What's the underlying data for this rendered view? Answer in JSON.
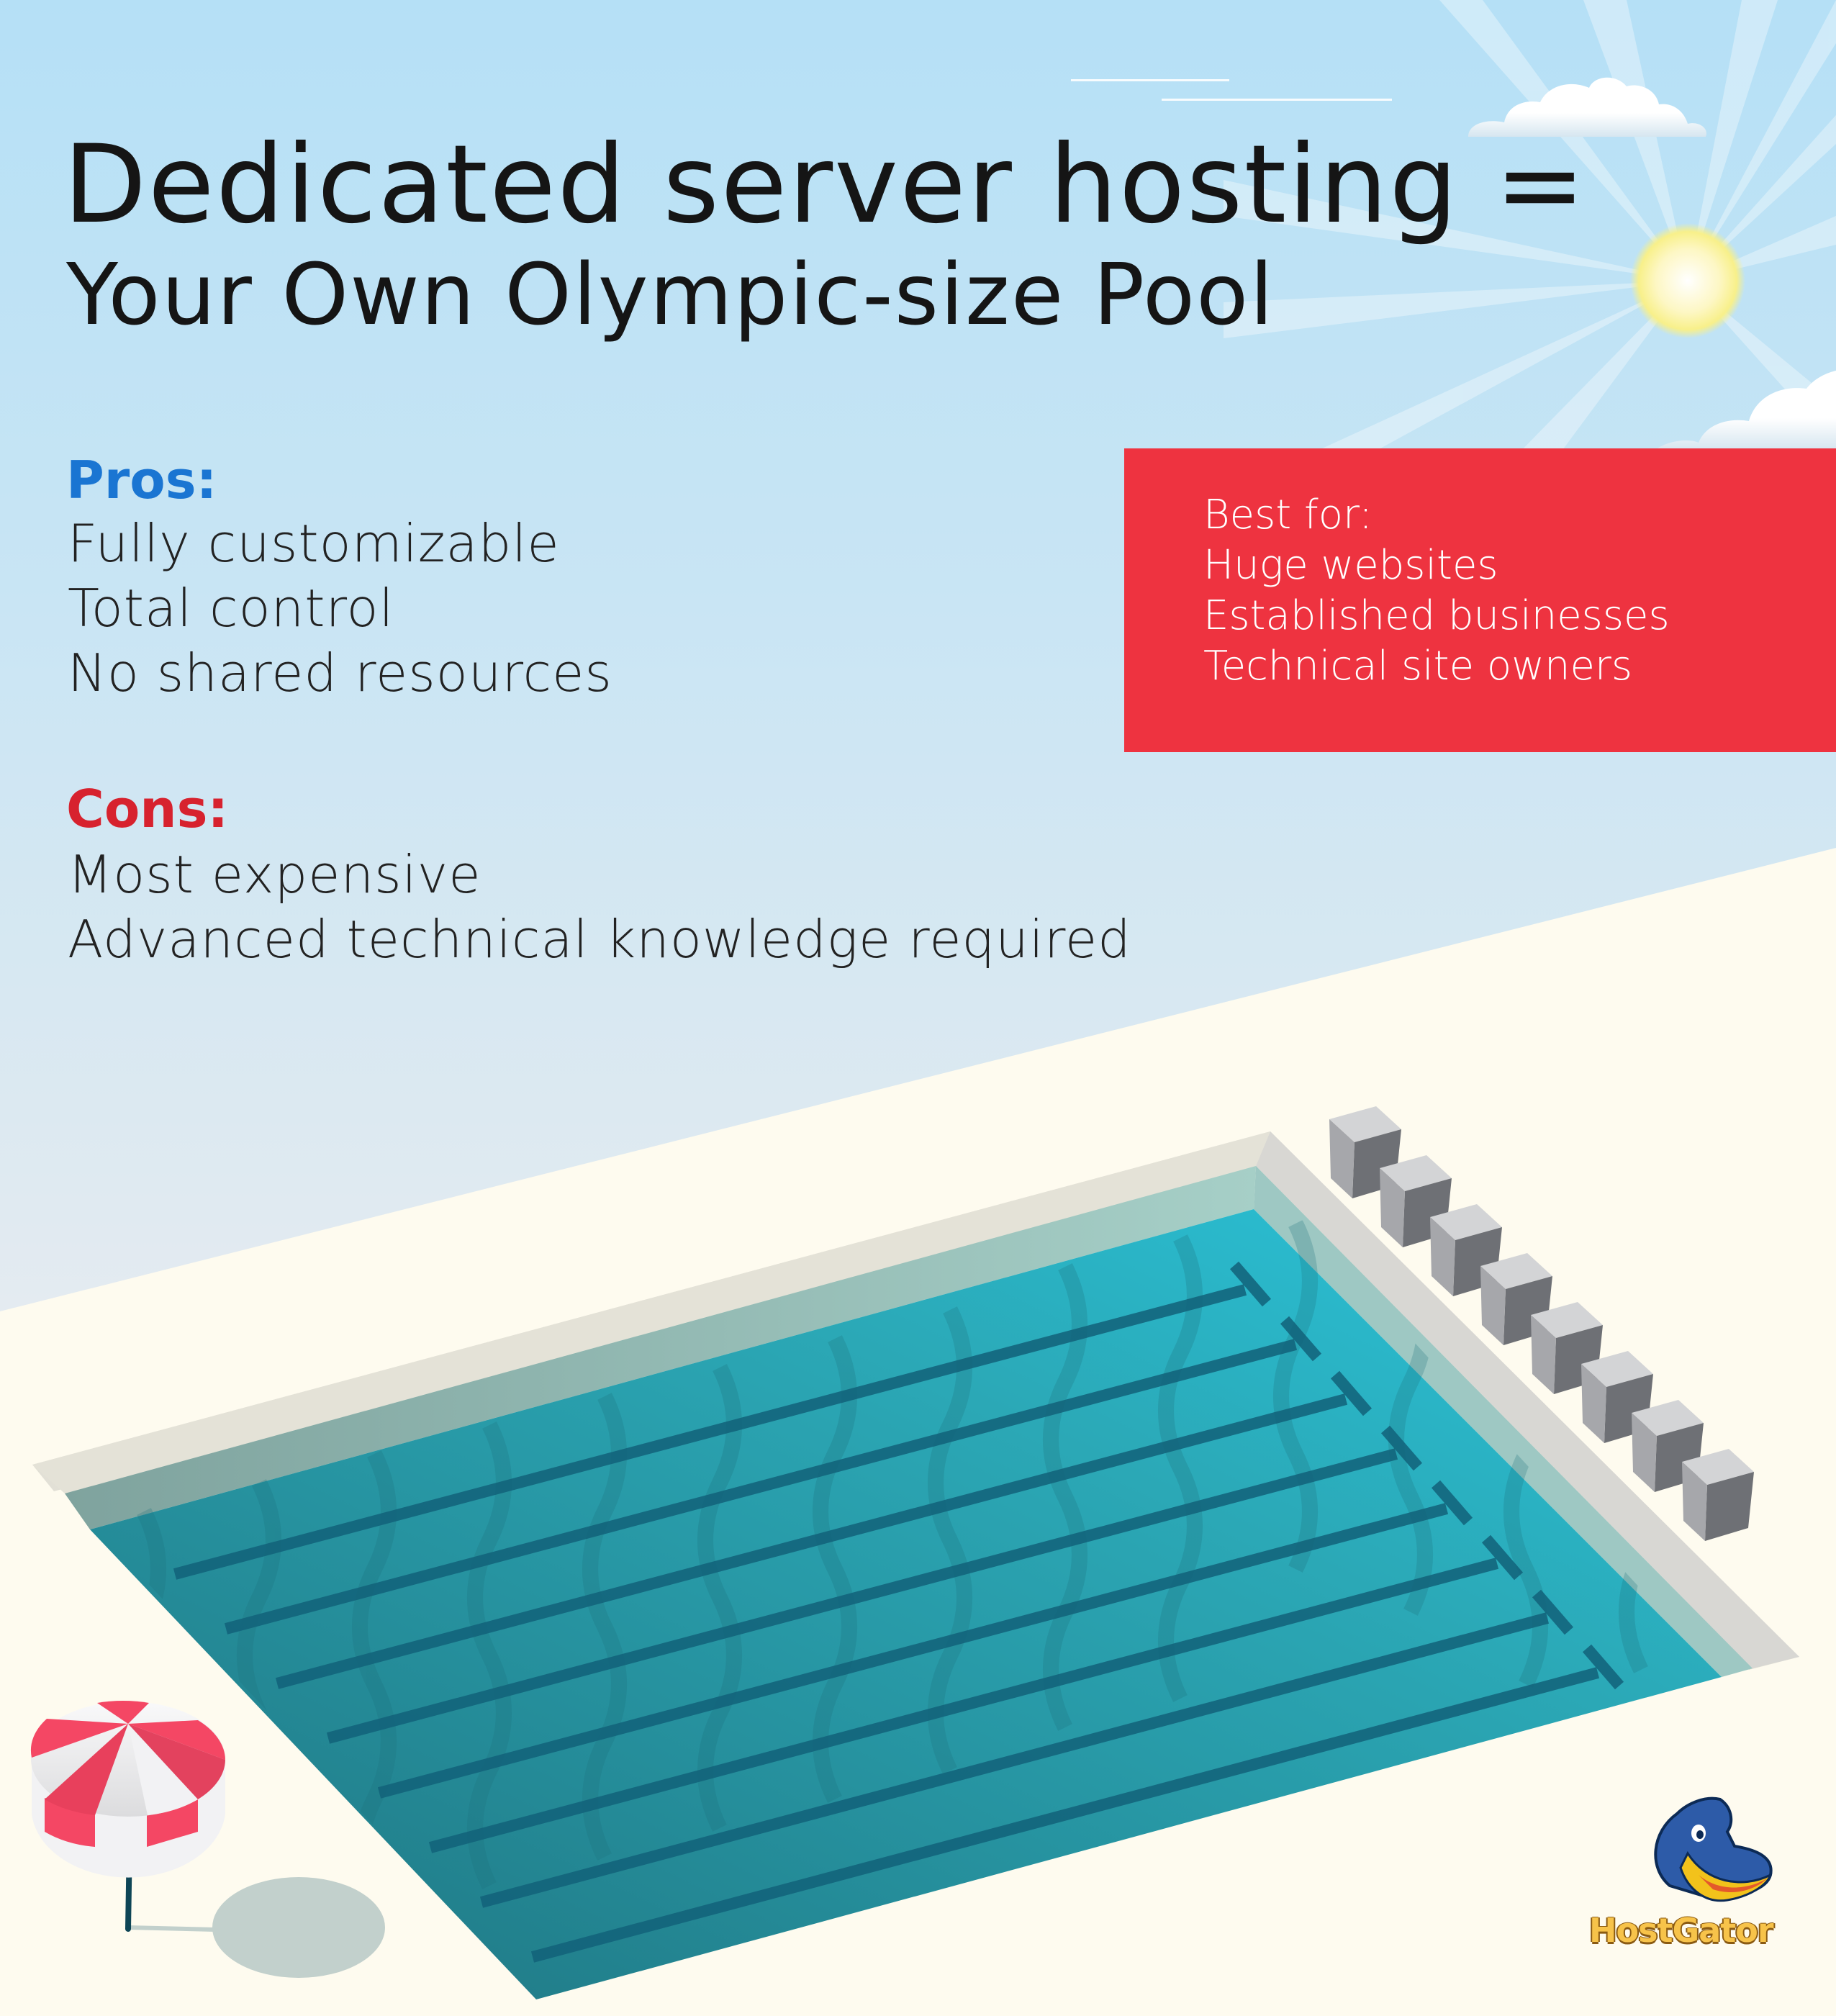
{
  "title": {
    "line1": "Dedicated server hosting =",
    "line2": "Your Own Olympic-size Pool"
  },
  "pros": {
    "heading": "Pros:",
    "items": [
      "Fully customizable",
      "Total control",
      "No shared resources"
    ]
  },
  "cons": {
    "heading": "Cons:",
    "items": [
      "Most expensive",
      "Advanced technical knowledge required"
    ]
  },
  "best_for": {
    "heading": "Best for:",
    "items": [
      "Huge websites",
      "Established businesses",
      "Technical site owners"
    ]
  },
  "brand": {
    "logo_text": "HostGator"
  },
  "colors": {
    "pros_heading": "#1A75D2",
    "cons_heading": "#D7222E",
    "best_for_box": "#EE3340",
    "ground": "#FEFBEF",
    "water": "#2AA5B4",
    "sky_top": "#B5E0F6"
  },
  "illustration": {
    "lane_lines": 8,
    "starting_blocks": 8,
    "icons": [
      "sun-icon",
      "cloud-icon",
      "umbrella-icon",
      "pool-illustration",
      "starting-block-icon",
      "gator-mascot-icon"
    ]
  }
}
